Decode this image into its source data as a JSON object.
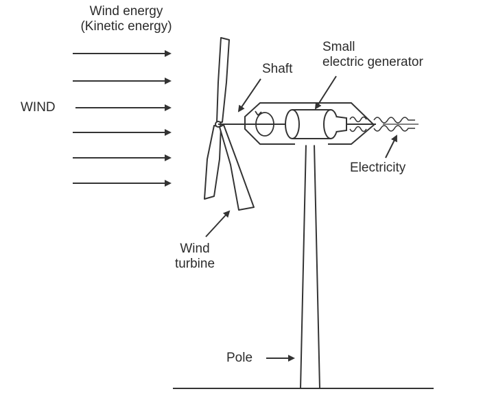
{
  "labels": {
    "wind_energy_line1": "Wind energy",
    "wind_energy_line2": "(Kinetic energy)",
    "wind": "WIND",
    "shaft": "Shaft",
    "generator_line1": "Small",
    "generator_line2": "electric generator",
    "electricity": "Electricity",
    "turbine_line1": "Wind",
    "turbine_line2": "turbine",
    "pole": "Pole"
  },
  "colors": {
    "ink": "#333333",
    "background": "#ffffff"
  }
}
